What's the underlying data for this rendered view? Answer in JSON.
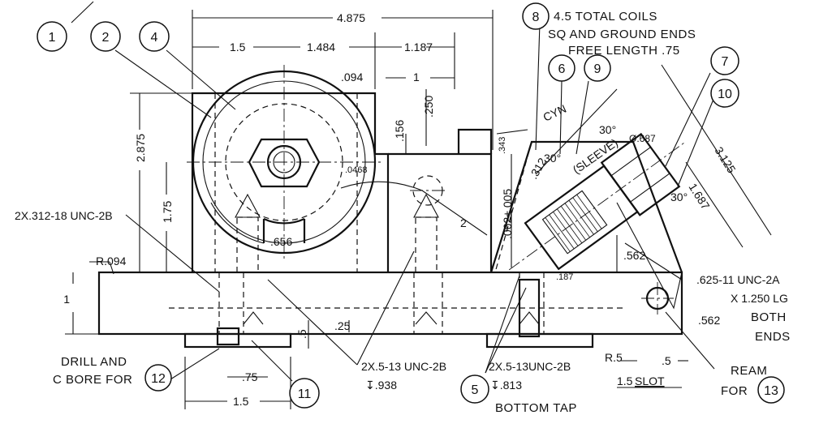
{
  "balloons": [
    "1",
    "2",
    "4",
    "8",
    "6",
    "9",
    "7",
    "10",
    "5",
    "11",
    "12",
    "13"
  ],
  "notes": {
    "spring_line1": "4.5 TOTAL COILS",
    "spring_line2": "SQ AND GROUND ENDS",
    "spring_line3": "FREE LENGTH .75",
    "cyn": "CYN",
    "sleeve": "(SLEEVE)",
    "tap_left": "2X.312-18 UNC-2B",
    "radius": "R.094",
    "drill_line1": "DRILL AND",
    "drill_line2": "C BORE FOR",
    "tap_center": "2X.5-13 UNC-2B",
    "tap_center_depth": "↧.938",
    "tap_right": "2X.5-13UNC-2B",
    "tap_right_depth": "↧.813",
    "bottom_tap": "BOTTOM TAP",
    "thread_line1": ".625-11 UNC-2A",
    "thread_line2": "X 1.250 LG",
    "thread_line3": "BOTH",
    "thread_line4": "ENDS",
    "ream_line1": "REAM",
    "ream_line2": "FOR",
    "slot": "SLOT",
    "r5": "R.5"
  },
  "dimensions": {
    "overall": "4.875",
    "d1_5": "1.5",
    "d1_484": "1.484",
    "d1_187": "1.187",
    "d094": ".094",
    "d1": "1",
    "d250": ".250",
    "d156": ".156",
    "d2_875": "2.875",
    "d1_75": "1.75",
    "d0468": ".0468",
    "d656": ".656",
    "d343": ".343",
    "d062": ".062±.005",
    "d312": ".312",
    "d30a": "30°",
    "d30b": "30°",
    "d30c": "30°",
    "dia687": "Ø.687",
    "d3_125": "3.125",
    "d1_687": "1.687",
    "d562a": ".562",
    "d187": ".187",
    "d2": "2",
    "d1_base": "1",
    "d5_base": ".5",
    "d25": ".25",
    "d75": ".75",
    "d1_5_bottom": "1.5",
    "d1_5_slot": "1.5",
    "d5_slot": ".5",
    "d562b": ".562"
  }
}
